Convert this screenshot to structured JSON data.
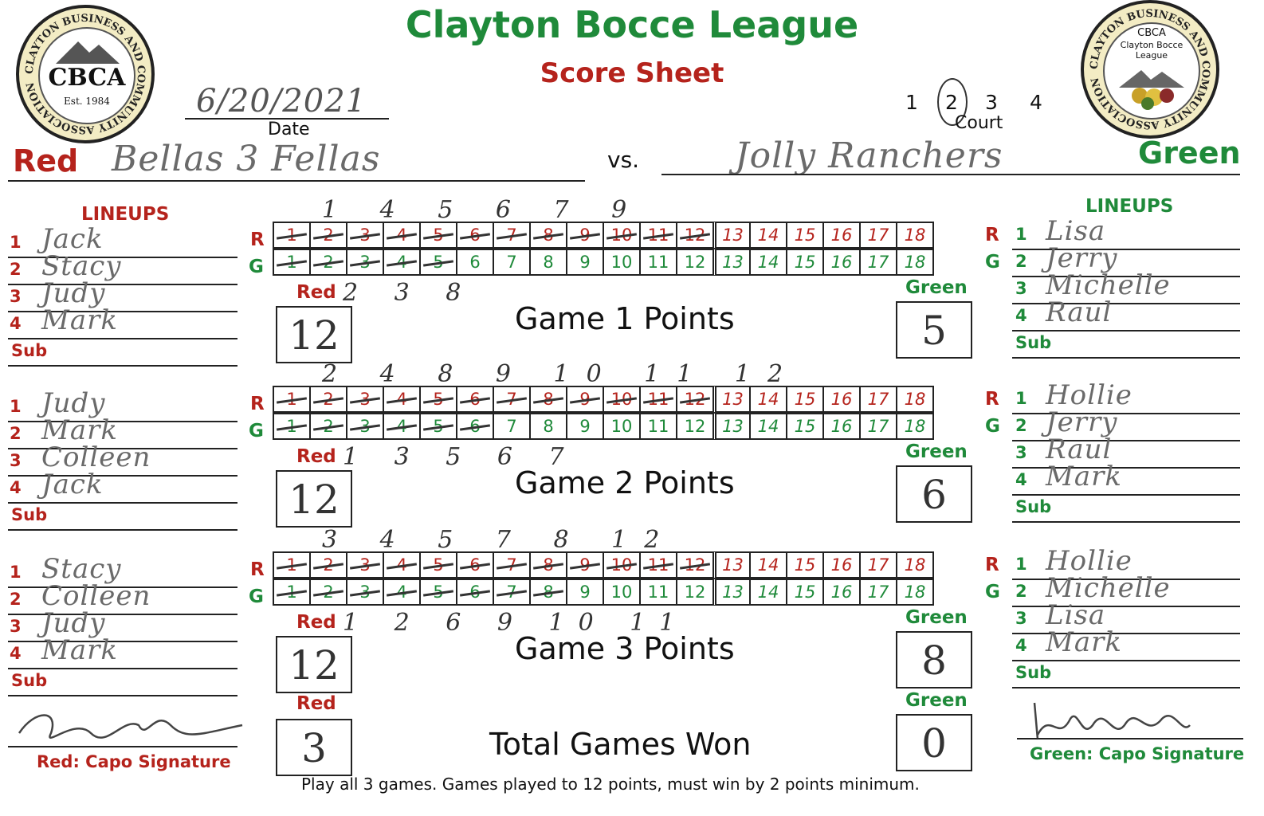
{
  "header": {
    "title": "Clayton Bocce League",
    "subtitle": "Score Sheet",
    "date_label": "Date",
    "date_value": "6/20/2021",
    "court_label": "Court",
    "court_options": [
      "1",
      "2",
      "3",
      "4"
    ],
    "court_selected": "2",
    "vs": "vs."
  },
  "logos": {
    "left": {
      "ring": "CLAYTON BUSINESS AND COMMUNITY ASSOCIATION",
      "abbr": "CBCA",
      "est": "Est. 1984"
    },
    "right": {
      "ring": "CLAYTON BUSINESS AND COMMUNITY ASSOCIATION",
      "abbr": "CBCA",
      "name": "Clayton Bocce League"
    }
  },
  "teams": {
    "red": {
      "label": "Red",
      "name": "Bellas 3 Fellas"
    },
    "green": {
      "label": "Green",
      "name": "Jolly Ranchers"
    }
  },
  "labels": {
    "lineups": "LINEUPS",
    "sub": "Sub",
    "r": "R",
    "g": "G",
    "red": "Red",
    "green": "Green",
    "total_games_won": "Total Games Won",
    "red_sig": "Red: Capo Signature",
    "green_sig": "Green: Capo Signature",
    "footer": "Play all 3 games. Games played to 12 points, must win by 2 points minimum."
  },
  "games": [
    {
      "label": "Game 1 Points",
      "red_lineup": [
        "Jack",
        "Stacy",
        "Judy",
        "Mark"
      ],
      "green_lineup": [
        "Lisa",
        "Jerry",
        "Michelle",
        "Raul"
      ],
      "red_crossed_through": 12,
      "green_crossed_through": 5,
      "red_points": "12",
      "green_points": "5",
      "red_frame_marks": "1 4 5 6 7 9",
      "green_frame_marks": "2 3 8"
    },
    {
      "label": "Game 2 Points",
      "red_lineup": [
        "Judy",
        "Mark",
        "Colleen",
        "Jack"
      ],
      "green_lineup": [
        "Hollie",
        "Jerry",
        "Raul",
        "Mark"
      ],
      "red_crossed_through": 12,
      "green_crossed_through": 6,
      "red_points": "12",
      "green_points": "6",
      "red_frame_marks": "2 4 8 9 10 11 12",
      "green_frame_marks": "1 3 5 6 7"
    },
    {
      "label": "Game 3 Points",
      "red_lineup": [
        "Stacy",
        "Colleen",
        "Judy",
        "Mark"
      ],
      "green_lineup": [
        "Hollie",
        "Michelle",
        "Lisa",
        "Mark"
      ],
      "red_crossed_through": 12,
      "green_crossed_through": 8,
      "red_points": "12",
      "green_points": "8",
      "red_frame_marks": "3 4 5 7 8 12",
      "green_frame_marks": "1 2 6 9 10 11"
    }
  ],
  "score_numbers": [
    "1",
    "2",
    "3",
    "4",
    "5",
    "6",
    "7",
    "8",
    "9",
    "10",
    "11",
    "12",
    "13",
    "14",
    "15",
    "16",
    "17",
    "18"
  ],
  "totals": {
    "red": "3",
    "green": "0"
  },
  "colors": {
    "red": "#b5231c",
    "green": "#1f8a3a"
  }
}
